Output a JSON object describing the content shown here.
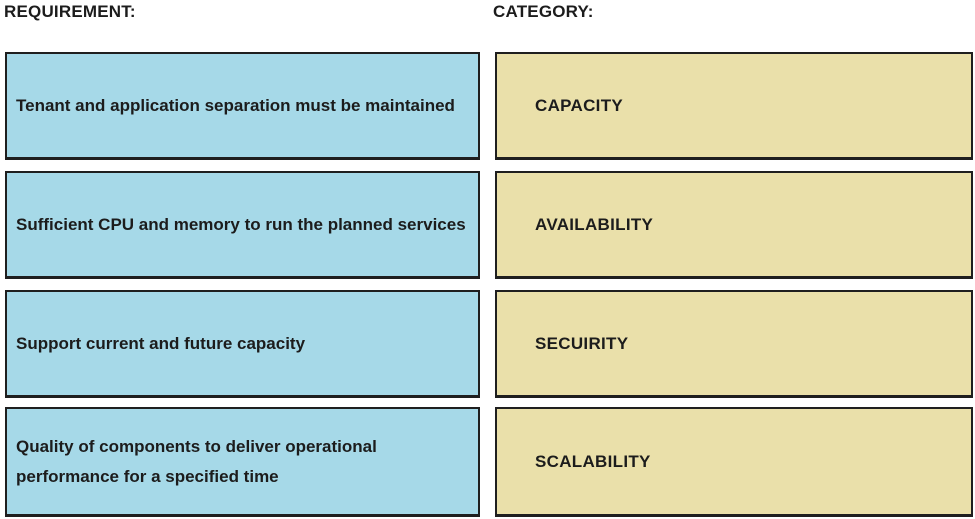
{
  "headers": {
    "requirement": "REQUIREMENT:",
    "category": "CATEGORY:"
  },
  "rows": [
    {
      "requirement": "Tenant and application separation must be maintained",
      "category": "CAPACITY"
    },
    {
      "requirement": "Sufficient CPU and memory to run the planned services",
      "category": "AVAILABILITY"
    },
    {
      "requirement": "Support current and future capacity",
      "category": "SECUIRITY"
    },
    {
      "requirement": "Quality of components to deliver operational performance for a specified time",
      "category": "SCALABILITY"
    }
  ],
  "colors": {
    "page_bg": "#ffffff",
    "requirement_fill": "#a6d9e8",
    "category_fill": "#eae0aa",
    "border": "#1f1f1f",
    "text": "#1c1c1c"
  }
}
